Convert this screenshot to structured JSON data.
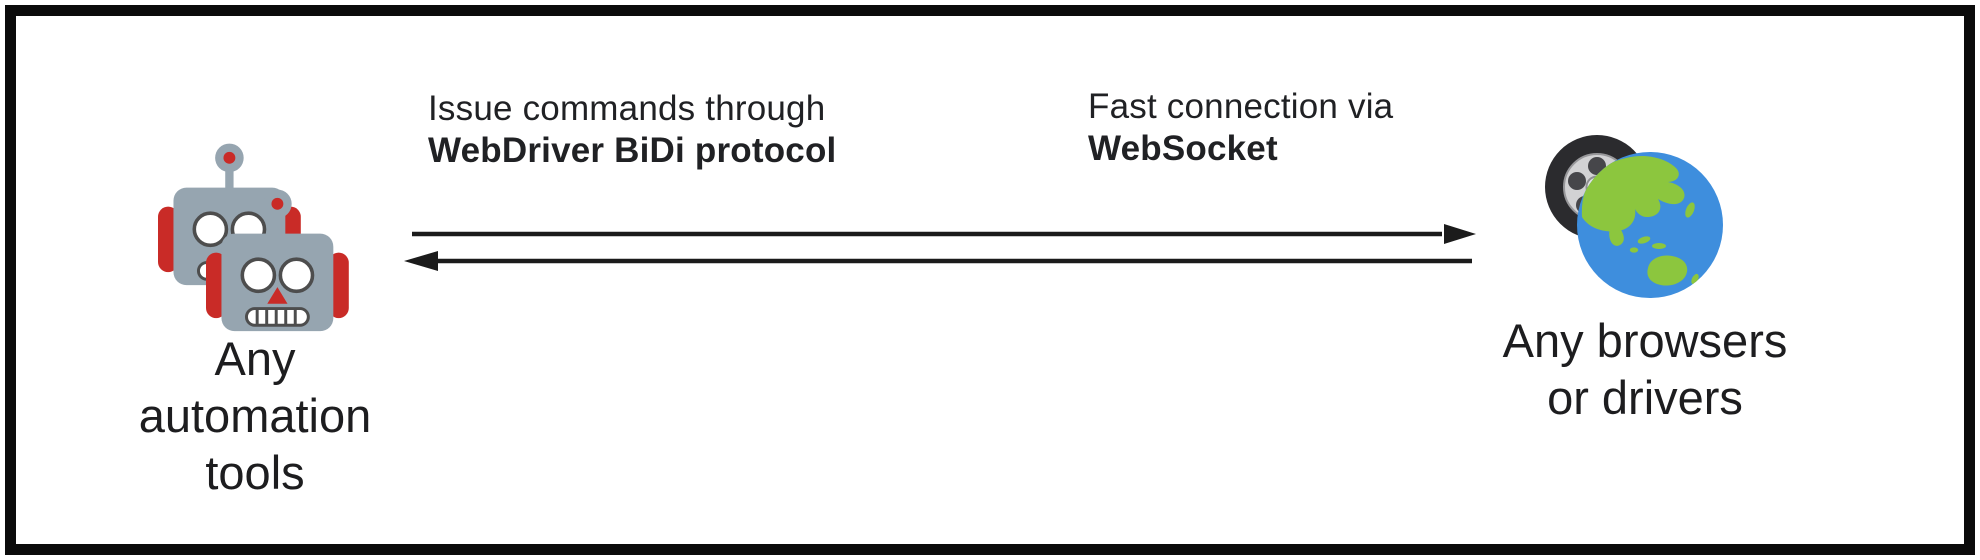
{
  "diagram": {
    "left_node": {
      "icon": "robots-icon",
      "label_lines": [
        "Any",
        "automation",
        "tools"
      ]
    },
    "right_node": {
      "icon": "globe-wheel-icon",
      "label_lines": [
        "Any browsers",
        "or drivers"
      ]
    },
    "annotations": {
      "request": {
        "line1": "Issue commands through",
        "line2": "WebDriver BiDi protocol"
      },
      "response": {
        "line1": "Fast connection via",
        "line2": "WebSocket"
      }
    },
    "arrows": {
      "top_direction": "left-to-right",
      "bottom_direction": "right-to-left"
    },
    "colors": {
      "frame": "#0b0b0b",
      "text": "#202124",
      "arrow": "#1b1b1b",
      "robot_body": "#96a5b0",
      "robot_accent": "#c92b27",
      "eye_outline": "#4d4d4d",
      "globe_ocean": "#3e8edd",
      "globe_land": "#8cc63e",
      "tire": "#2b2b2e",
      "rim": "#d2d2d4"
    }
  }
}
